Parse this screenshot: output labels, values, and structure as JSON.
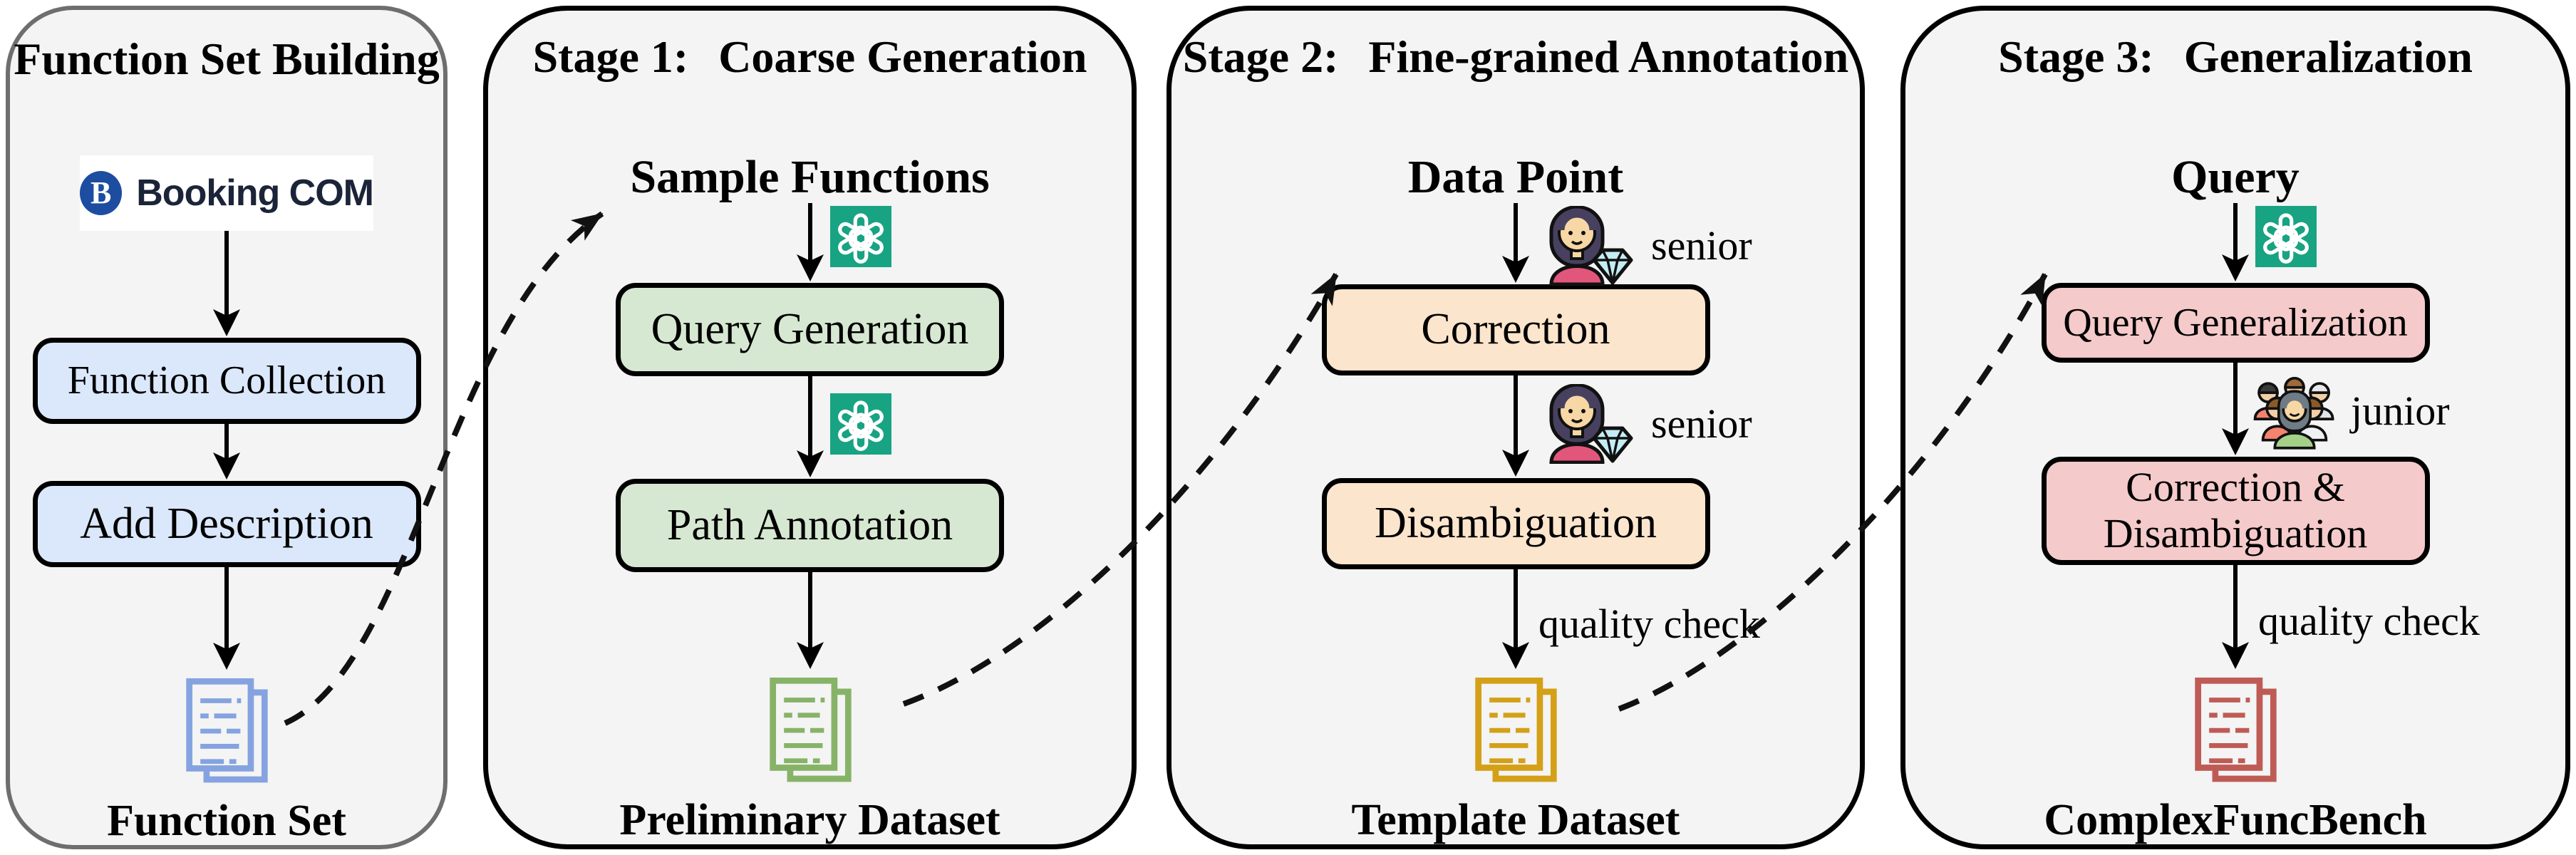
{
  "colors": {
    "panel_bg": "#f4f4f4",
    "ink": "#000000",
    "stage_blue": "#dbe8fb",
    "stage_green": "#d7e8d2",
    "stage_peach": "#fce5cd",
    "stage_pink": "#f5caca",
    "doc_blue": "#85a3e0",
    "doc_green": "#87b368",
    "doc_gold": "#d4a017",
    "doc_red": "#bf5b55",
    "gpt_teal": "#18a383",
    "booking_blue": "#1c4da0",
    "booking_text": "#1b2438"
  },
  "panels": [
    {
      "title": "Function Set Building",
      "logo": {
        "badge": "B",
        "name": "Booking COM"
      },
      "box1": "Function Collection",
      "box2": "Add Description",
      "output": "Function Set"
    },
    {
      "title_prefix": "Stage 1:",
      "title": "Coarse Generation",
      "heading": "Sample Functions",
      "box1": "Query Generation",
      "box2": "Path Annotation",
      "output": "Preliminary Dataset"
    },
    {
      "title_prefix": "Stage 2:",
      "title": "Fine-grained Annotation",
      "heading": "Data Point",
      "annotator": "senior",
      "box1": "Correction",
      "box2": "Disambiguation",
      "quality": "quality check",
      "output": "Template Dataset"
    },
    {
      "title_prefix": "Stage 3:",
      "title": "Generalization",
      "heading": "Query",
      "annotator": "junior",
      "box1": "Query Generalization",
      "box2": "Correction & Disambiguation",
      "quality": "quality check",
      "output": "ComplexFuncBench"
    }
  ],
  "icons": {
    "gpt": "openai-logo",
    "senior": "senior-annotator",
    "junior": "junior-annotator-group",
    "doc": "document-stack",
    "arrow": "down-arrow",
    "booking_badge": "booking-logo-badge",
    "dashed_connector": "dashed-flow-arrow"
  }
}
